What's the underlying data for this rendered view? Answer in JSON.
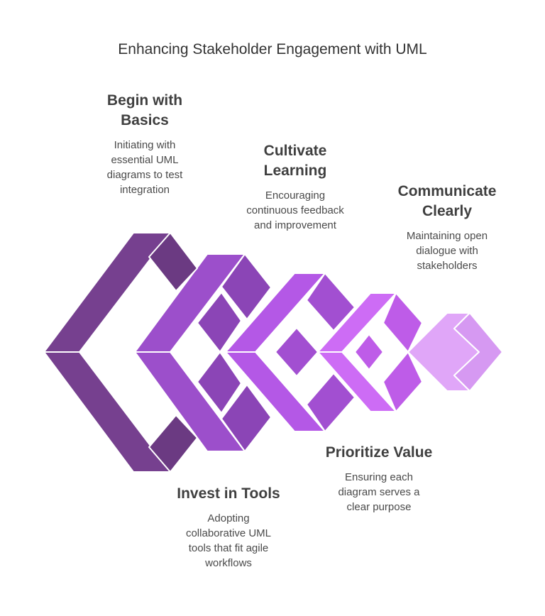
{
  "title": "Enhancing Stakeholder Engagement with UML",
  "colors": {
    "stage1": "#76408F",
    "stage1_dark": "#6B3A82",
    "stage2": "#9C4FCB",
    "stage2_dark": "#8B45B6",
    "stage3": "#B458E6",
    "stage3_dark": "#A24FD1",
    "stage4": "#CD6CF5",
    "stage4_dark": "#BE5CE8",
    "stage5": "#E0A6F8",
    "stage5_dark": "#D699F2"
  },
  "stages": [
    {
      "id": "begin-with-basics",
      "heading": [
        "Begin with",
        "Basics"
      ],
      "description": [
        "Initiating with",
        "essential UML",
        "diagrams to test",
        "integration"
      ]
    },
    {
      "id": "invest-in-tools",
      "heading": [
        "Invest in Tools"
      ],
      "description": [
        "Adopting",
        "collaborative UML",
        "tools that fit agile",
        "workflows"
      ]
    },
    {
      "id": "cultivate-learning",
      "heading": [
        "Cultivate",
        "Learning"
      ],
      "description": [
        "Encouraging",
        "continuous feedback",
        "and improvement"
      ]
    },
    {
      "id": "prioritize-value",
      "heading": [
        "Prioritize Value"
      ],
      "description": [
        "Ensuring each",
        "diagram serves a",
        "clear purpose"
      ]
    },
    {
      "id": "communicate-clearly",
      "heading": [
        "Communicate",
        "Clearly"
      ],
      "description": [
        "Maintaining open",
        "dialogue with",
        "stakeholders"
      ]
    }
  ]
}
